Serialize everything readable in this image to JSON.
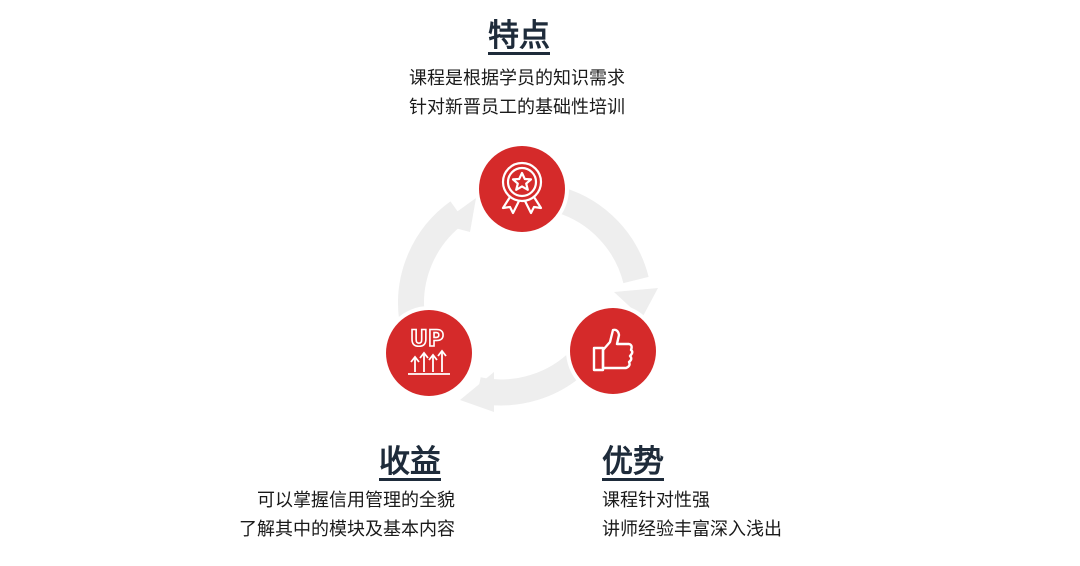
{
  "top": {
    "title": "特点",
    "lines": [
      "课程是根据学员的知识需求",
      "针对新晋员工的基础性培训"
    ],
    "icon": "award-badge-icon"
  },
  "bottom_left": {
    "title": "收益",
    "lines": [
      "可以掌握信用管理的全貌",
      "了解其中的模块及基本内容"
    ],
    "icon": "up-growth-icon",
    "icon_text": "UP"
  },
  "bottom_right": {
    "title": "优势",
    "lines": [
      "课程针对性强",
      "讲师经验丰富深入浅出"
    ],
    "icon": "thumbs-up-icon"
  },
  "colors": {
    "accent": "#d52a2a",
    "cycle_arrows": "#eeeeee",
    "heading": "#1e2b3a"
  }
}
